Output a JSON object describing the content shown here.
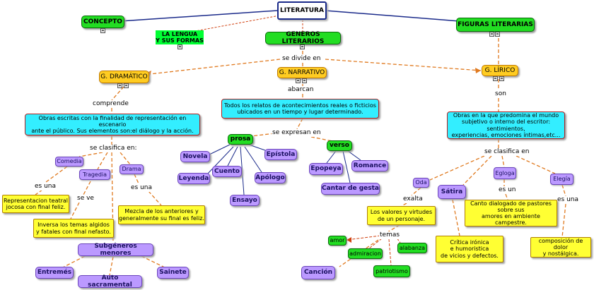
{
  "nodes": {
    "literatura": "LITERATURA",
    "concepto": "CONCEPTO",
    "lengua": "LA LENGUA\nY SUS FORMAS",
    "generos": "GENEROS LITERARIOS",
    "figuras": "FIGURAS LITERARIAS",
    "dramatico": "G. DRAMÁTICO",
    "narrativo": "G. NARRATIVO",
    "lirico": "G. LÍRICO",
    "drama_def": "Obras escritas con la finalidad de representación en escenario\nante el público. Sus elementos son:el diálogo y la acción.",
    "narrativo_def": "Todos los relatos de acontecimientos reales o ficticios\nubicados en un tiempo y lugar determinado.",
    "lirico_def": "Obras en la que predomina el mundo\nsubjetivo o interno del escritor: sentimientos,\nexperiencias, emociones íntimas,etc...",
    "comedia": "Comedia",
    "tragedia": "Tragedia",
    "drama": "Drama",
    "comedia_def": "Representacion teatral\njocosa con final feliz.",
    "tragedia_def": "Inversa los temas algidos\ny fatales con  final nefasto.",
    "drama_sub_def": "Mezcla de los anteriores y\ngeneralmente su final es feliz.",
    "subgeneros": "Subgéneros menores",
    "entremes": "Entremés",
    "auto": "Auto sacramental",
    "sainete": "Sainete",
    "prosa": "prosa",
    "verso": "verso",
    "novela": "Novela",
    "epistola": "Epístola",
    "leyenda": "Leyenda",
    "cuento": "Cuento",
    "apologo": "Apólogo",
    "ensayo": "Ensayo",
    "epopeya": "Epopeya",
    "romance": "Romance",
    "cantar": "Cantar de gesta",
    "oda": "Oda",
    "satira": "Sátira",
    "egloga": "Egloga",
    "elegia": "Elegía",
    "oda_def": "Los valores y virtudes\nde un personaje.",
    "egloga_def": "Canto dialogado de pastores\nsobre sus\namores en ambiente campestre.",
    "satira_def": "Crítica irónica\ne humoristica\nde vicios y defectos.",
    "elegia_def": "composición de dolor\ny  nostálgica.",
    "amor": "amor",
    "admiracion": "admiracion",
    "alabanza": "alabanza",
    "patriotismo": "patriotismo",
    "cancion": "Canción"
  },
  "labels": {
    "divide": "se divide en",
    "comprende": "comprende",
    "abarcan": "abarcan",
    "son": "son",
    "clasifica_drama": "se clasifica en:",
    "expresan": "se expresan en",
    "clasifica_lirico": "se clasifica en",
    "es_una_1": "es una",
    "se_ve": "se ve",
    "es_una_2": "es una",
    "exalta": "exalta",
    "es_un": "es un",
    "es_una_3": "es una",
    "temas": "temas"
  },
  "colors": {
    "root_border": "#1a2a8a",
    "green": "#22dd22",
    "orange": "#ffcc22",
    "cyan": "#33eeff",
    "purple": "#bb99ff",
    "yellow": "#ffff33",
    "orange_line": "#e07a20"
  }
}
